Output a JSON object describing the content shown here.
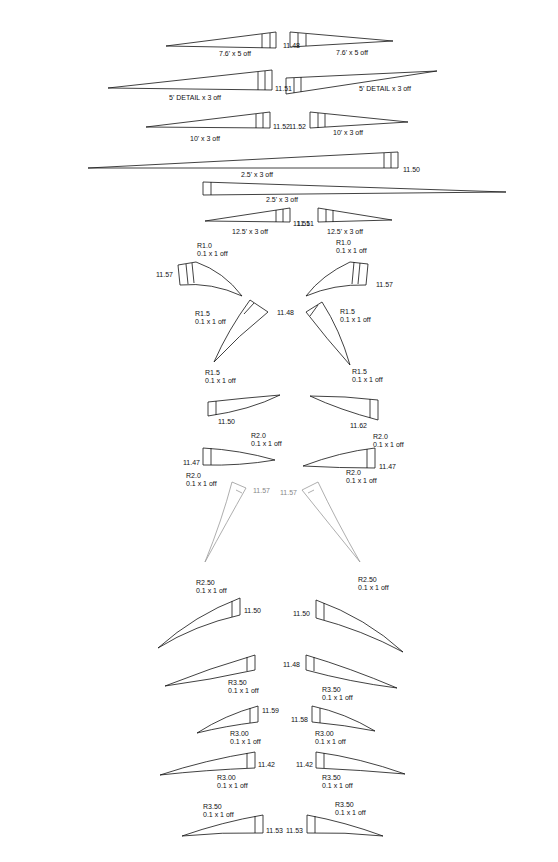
{
  "diagram": {
    "labels": [
      "7.6' x 5 off",
      "11.48",
      "7.6' x 5 off",
      "5' DETAIL x 3 off",
      "11.51",
      "5' DETAIL x 3 off",
      "10' x 3 off",
      "11.52",
      "11.52",
      "10' x 3 off",
      "11.50",
      "2.5' x 3 off",
      "2.5' x 3 off",
      "11.51",
      "11.51",
      "12.5' x 3 off",
      "12.5' x 3 off",
      "R1.0",
      "0.1 x 1 off",
      "R1.0",
      "0.1 x 1 off",
      "11.57",
      "11.57",
      "11.48",
      "R1.5",
      "0.1 x 1 off",
      "R1.5",
      "0.1 x 1 off",
      "R1.5",
      "0.1 x 1 off",
      "R1.5",
      "0.1 x 1 off",
      "11.50",
      "11.62",
      "R2.0",
      "0.1 x 1 off",
      "R2.0",
      "0.1 x 1 off",
      "11.47",
      "11.47",
      "R2.0",
      "0.1 x 1 off",
      "R2.0",
      "0.1 x 1 off",
      "11.57",
      "11.57",
      "R2.50",
      "0.1 x 1 off",
      "R2.50",
      "0.1 x 1 off",
      "11.50",
      "11.50",
      "11.48",
      "R3.50",
      "0.1 x 1 off",
      "R3.50",
      "0.1 x 1 off",
      "11.59",
      "11.58",
      "R3.00",
      "0.1 x 1 off",
      "R3.00",
      "0.1 x 1 off",
      "11.42",
      "11.42",
      "R3.00",
      "0.1 x 1 off",
      "R3.50",
      "0.1 x 1 off",
      "R3.50",
      "0.1 x 1 off",
      "R3.50",
      "0.1 x 1 off",
      "11.53",
      "11.53"
    ]
  }
}
